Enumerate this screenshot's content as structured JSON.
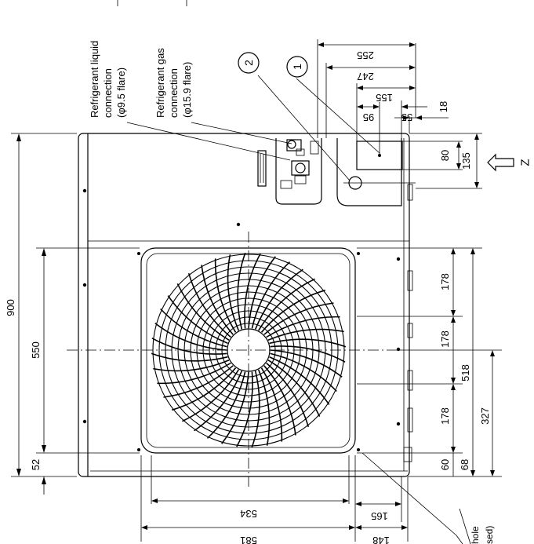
{
  "labels": {
    "liquid_line1": "Refrigerant liquid",
    "liquid_line2": "connection",
    "liquid_line3": "(φ9.5 flare)",
    "gas_line1": "Refrigerant gas",
    "gas_line2": "connection",
    "gas_line3": "(φ15.9 flare)",
    "callout_1": "1",
    "callout_2": "2",
    "view_letter": "Z",
    "hole_fragment": "hole",
    "used_fragment": "sed)"
  },
  "dimensions": {
    "top": [
      "255",
      "247",
      "155",
      "95",
      "55",
      "18"
    ],
    "right": [
      "80",
      "135",
      "178",
      "178",
      "518",
      "178",
      "327",
      "60",
      "68"
    ],
    "left": [
      "900",
      "550",
      "52"
    ],
    "bottom": [
      "534",
      "581",
      "165",
      "148"
    ]
  }
}
